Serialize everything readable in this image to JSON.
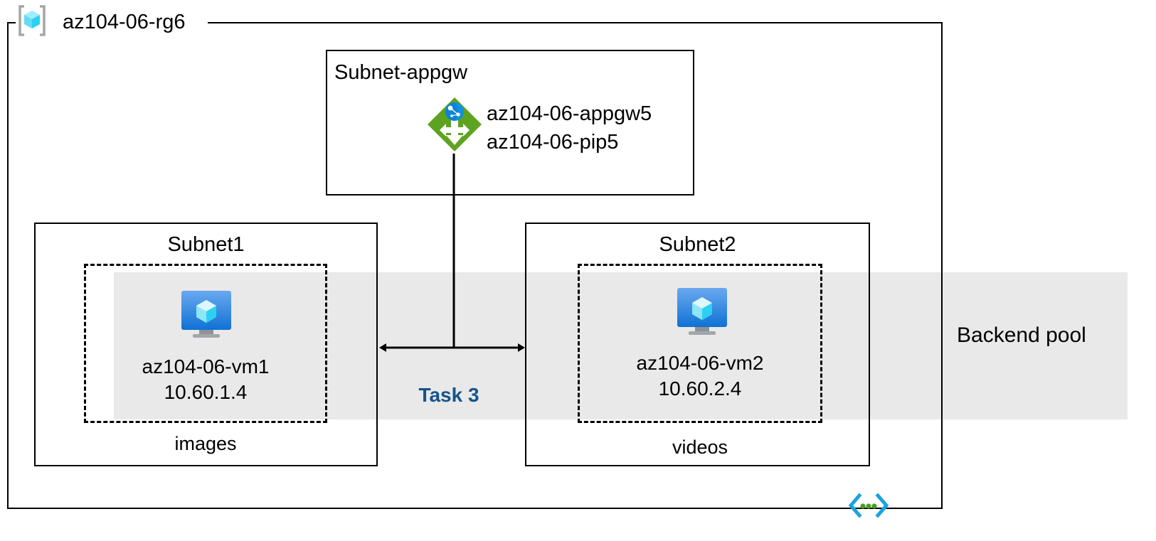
{
  "diagram": {
    "title": "az104-06-rg6",
    "resource_group": {
      "name": "az104-06-rg6",
      "icon": "resource-group-icon"
    },
    "backend_pool": {
      "label": "Backend pool",
      "band_color": "#e9e9e9"
    },
    "task": {
      "label": "Task 3",
      "color": "#14548c"
    },
    "subnets": [
      {
        "id": "subnet-appgw",
        "title": "Subnet-appgw",
        "resources": [
          {
            "icon": "application-gateway-icon",
            "lines": [
              "az104-06-appgw5",
              "az104-06-pip5"
            ],
            "name_line_1": "az104-06-appgw5",
            "name_line_2": "az104-06-pip5"
          }
        ]
      },
      {
        "id": "subnet1",
        "title": "Subnet1",
        "caption": "images",
        "vm": {
          "icon": "virtual-machine-icon",
          "name": "az104-06-vm1",
          "ip": "10.60.1.4"
        }
      },
      {
        "id": "subnet2",
        "title": "Subnet2",
        "caption": "videos",
        "vm": {
          "icon": "virtual-machine-icon",
          "name": "az104-06-vm2",
          "ip": "10.60.2.4"
        }
      }
    ],
    "code_icon": {
      "name": "code-brackets-icon",
      "bracket_color": "#19a3e0",
      "dot_color": "#4a9b22"
    },
    "colors": {
      "appgw_green": "#5ea320",
      "appgw_globe_blue": "#0078d4",
      "vm_blue": "#1a7fe0",
      "rg_cube_cyan": "#4fd8f5",
      "line_black": "#000000"
    }
  }
}
